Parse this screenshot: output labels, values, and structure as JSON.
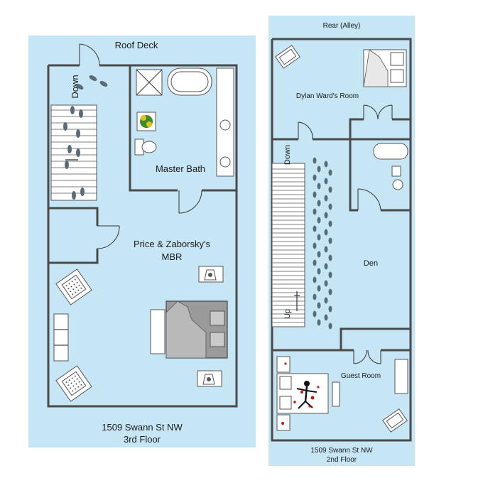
{
  "third_floor": {
    "top_label": "Roof Deck",
    "rooms": {
      "master_bath": "Master Bath",
      "mbr_line1": "Price & Zaborsky's",
      "mbr_line2": "MBR"
    },
    "stairs_label": "Down",
    "address": "1509 Swann St NW",
    "floor": "3rd Floor"
  },
  "second_floor": {
    "top_label": "Rear (Alley)",
    "rooms": {
      "dylan_room": "Dylan Ward's Room",
      "den": "Den",
      "guest_room": "Guest Room"
    },
    "stairs_down": "Down",
    "stairs_up": "Up",
    "address": "1509 Swann St NW",
    "floor": "2nd Floor"
  },
  "colors": {
    "floor_fill": "#c7e6f5",
    "wall": "#4a4a4a",
    "bed": "#9a9a9a",
    "plant": "#3d8a2a",
    "blood": "#c01818"
  }
}
